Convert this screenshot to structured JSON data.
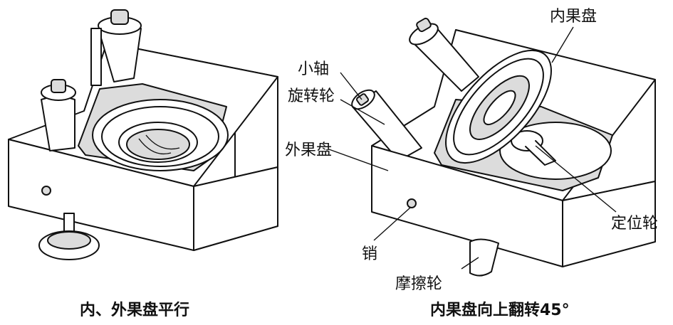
{
  "left_figure": {
    "caption": "内、外果盘平行"
  },
  "right_figure": {
    "caption": "内果盘向上翻转45°",
    "labels": {
      "inner_tray": "内果盘",
      "small_shaft": "小轴",
      "rotating_wheel": "旋转轮",
      "outer_tray": "外果盘",
      "positioning_wheel": "定位轮",
      "pin": "销",
      "friction_wheel": "摩擦轮"
    }
  }
}
